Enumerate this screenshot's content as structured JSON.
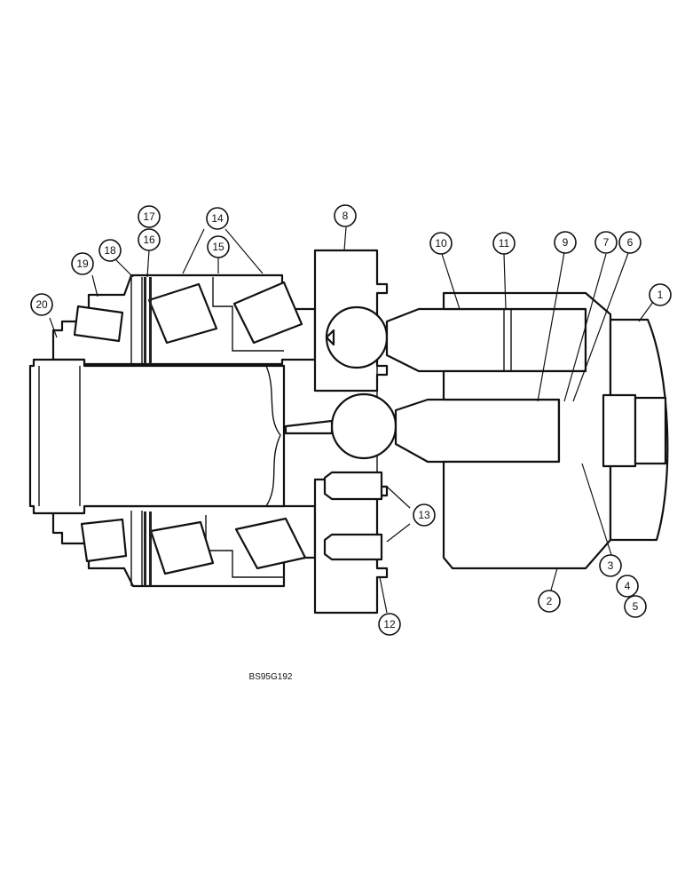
{
  "figure_code": "BS95G192",
  "callouts": [
    "1",
    "2",
    "3",
    "4",
    "5",
    "6",
    "7",
    "8",
    "9",
    "10",
    "11",
    "12",
    "13",
    "14",
    "15",
    "16",
    "17",
    "18",
    "19",
    "20"
  ]
}
